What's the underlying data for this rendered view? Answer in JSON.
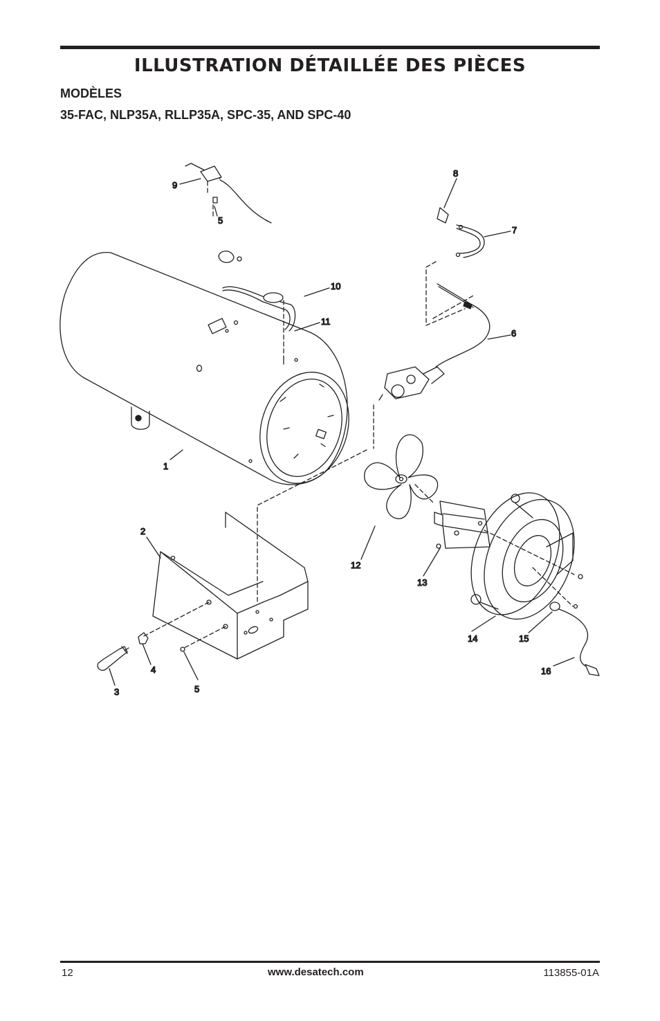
{
  "header": {
    "title": "ILLUSTRATION DÉTAILLÉE DES PIÈCES",
    "models_label": "MODÈLES",
    "models_list": "35-FAC, NLP35A, RLLP35A, SPC-35, AND SPC-40"
  },
  "callouts": {
    "c1": "1",
    "c2": "2",
    "c3": "3",
    "c4": "4",
    "c5a": "5",
    "c5b": "5",
    "c6": "6",
    "c7": "7",
    "c8": "8",
    "c9": "9",
    "c10": "10",
    "c11": "11",
    "c12": "12",
    "c13": "13",
    "c14": "14",
    "c15": "15",
    "c16": "16"
  },
  "footer": {
    "page_number": "12",
    "website": "www.desatech.com",
    "doc_number": "113855-01A"
  }
}
